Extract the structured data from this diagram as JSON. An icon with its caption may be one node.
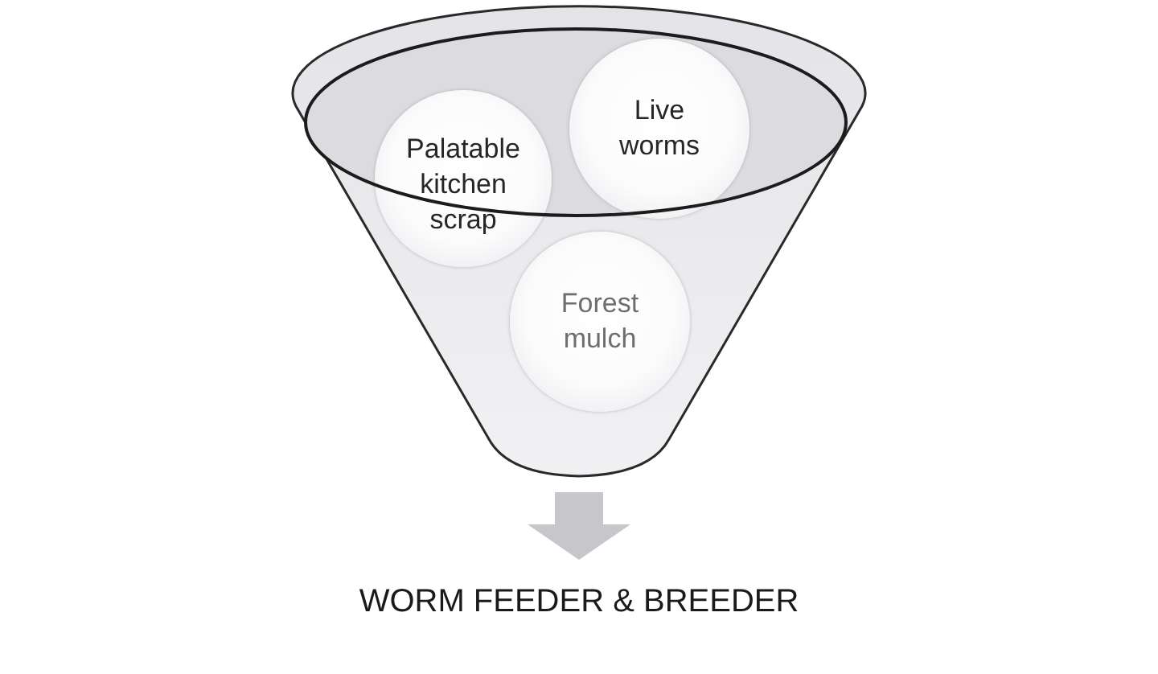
{
  "diagram": {
    "nodes": [
      {
        "text": [],
        "shape": "funnel"
      },
      {
        "text": [
          "Palatable kitchen scrap"
        ],
        "in": 0
      },
      {
        "text": [
          "Live worms"
        ],
        "in": 0
      },
      {
        "text": [
          "Forest mulch"
        ],
        "in": 0
      },
      {
        "text": [
          "WORM FEEDER & BREEDER"
        ]
      }
    ],
    "edges": [
      {
        "from": 0,
        "to": 4,
        "arrow": "to"
      }
    ]
  }
}
